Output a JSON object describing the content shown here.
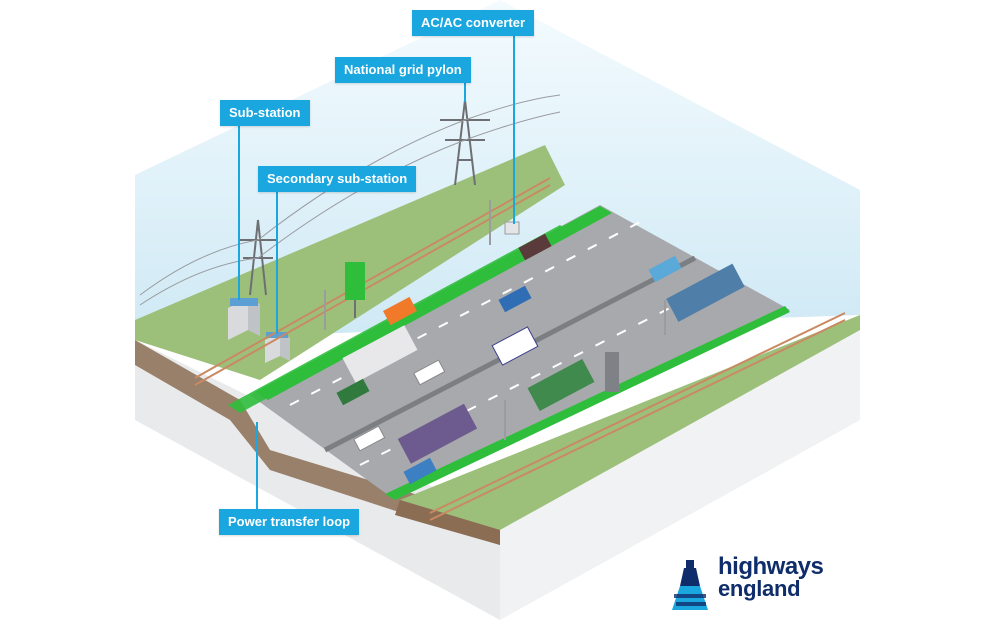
{
  "callouts": {
    "ac_converter": "AC/AC converter",
    "national_grid_pylon": "National grid pylon",
    "sub_station": "Sub-station",
    "secondary_sub_station": "Secondary sub-station",
    "power_transfer_loop": "Power transfer loop"
  },
  "logo": {
    "line1": "highways",
    "line2": "england",
    "color": "#0f2d6b"
  },
  "colors": {
    "callout": "#1aa6de",
    "road": "#a7a9ac",
    "grass": "#9cc07a",
    "charging_lane": "#2fbe3c",
    "earth": "#8b6d54",
    "sky": "#d8eef7"
  }
}
